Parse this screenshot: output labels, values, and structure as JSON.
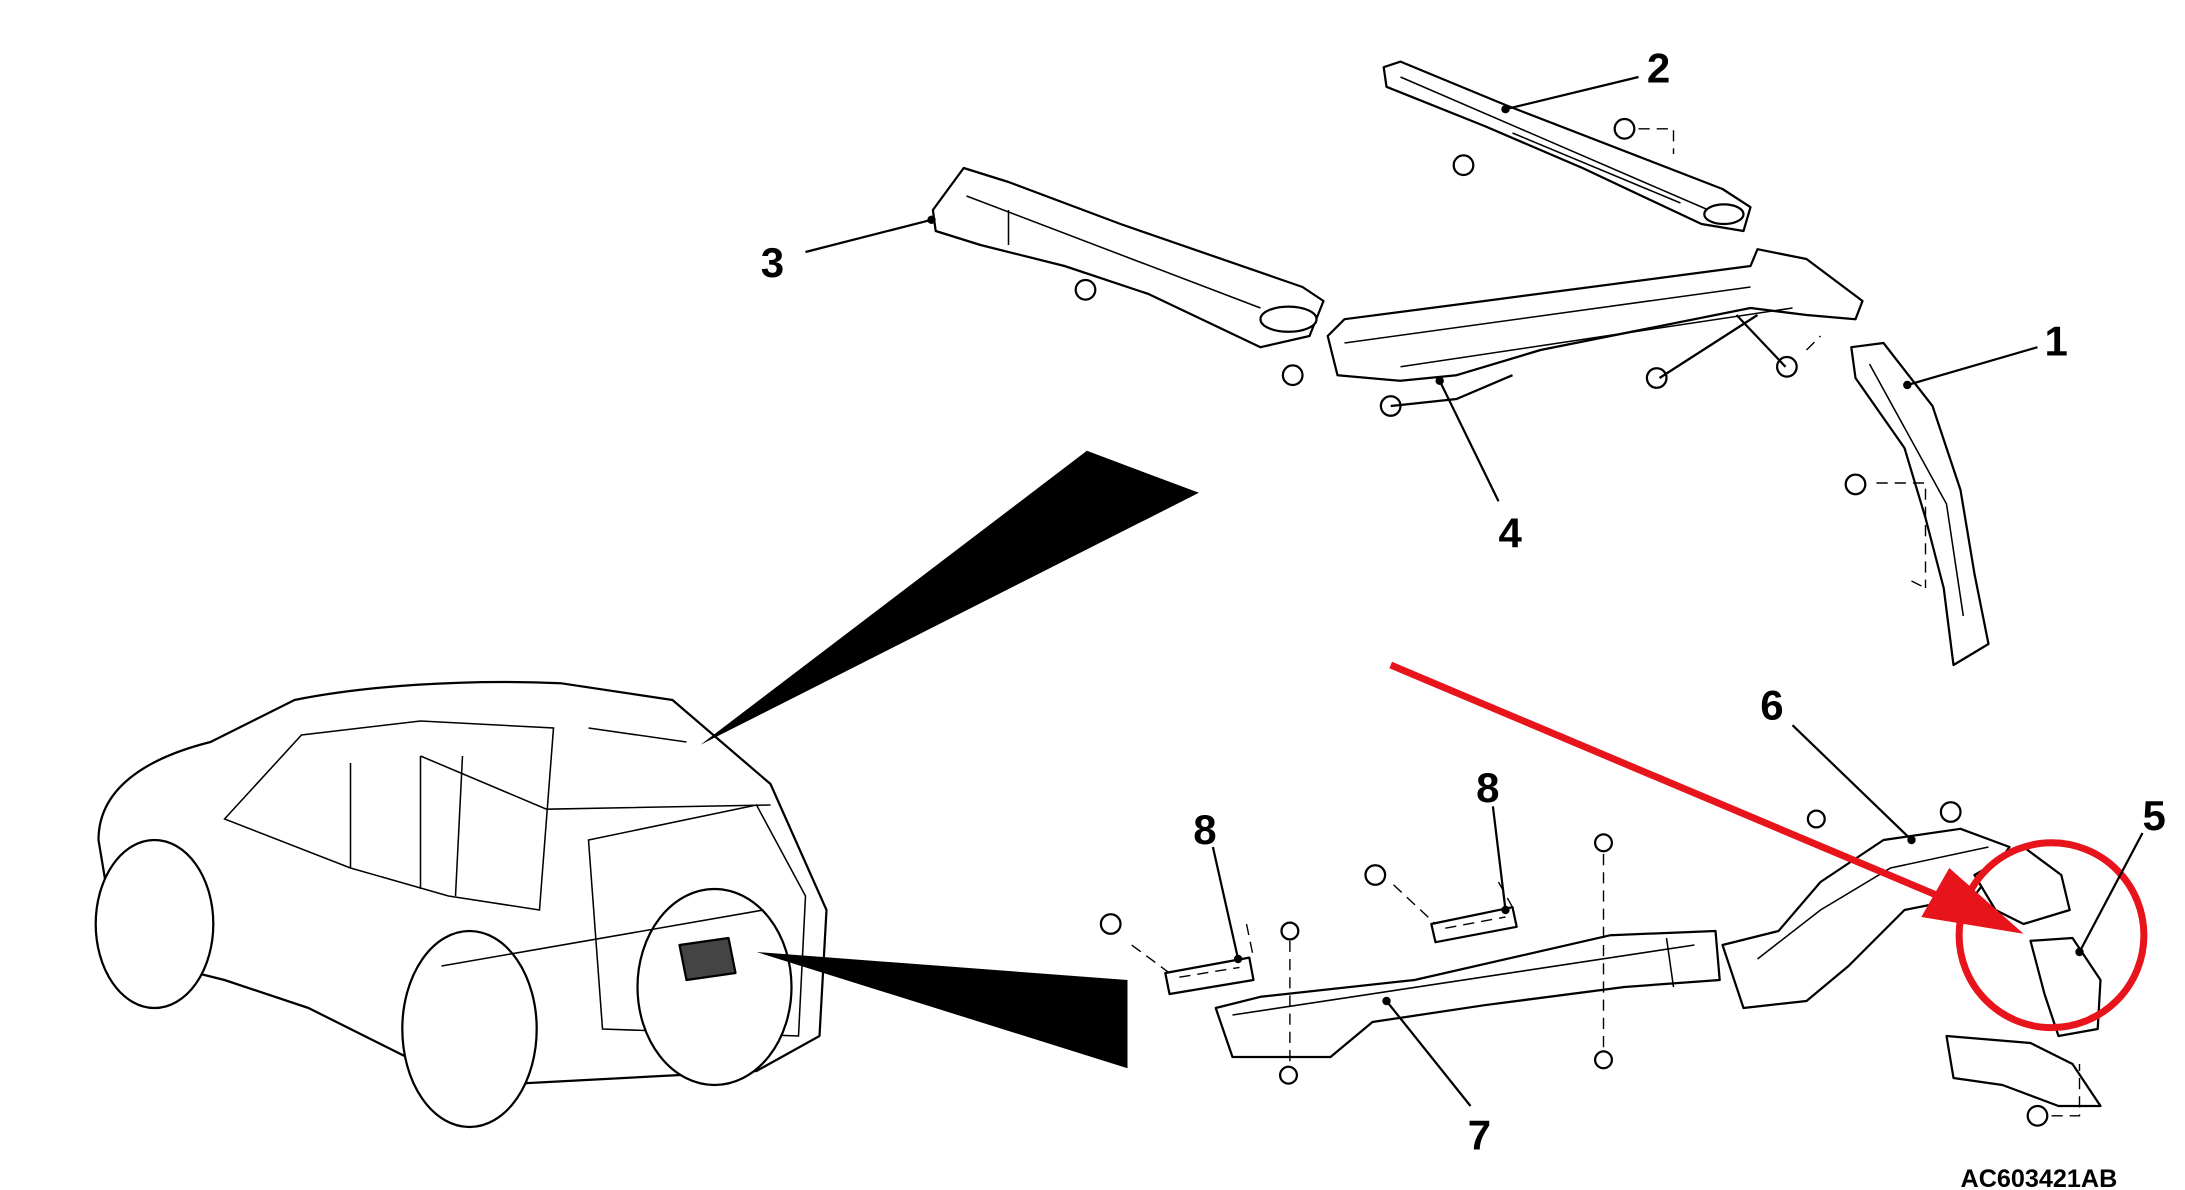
{
  "diagram": {
    "code": "AC603421AB",
    "callouts": [
      "1",
      "2",
      "3",
      "4",
      "5",
      "6",
      "7",
      "8",
      "8"
    ],
    "highlight_color": "#e8141b"
  }
}
